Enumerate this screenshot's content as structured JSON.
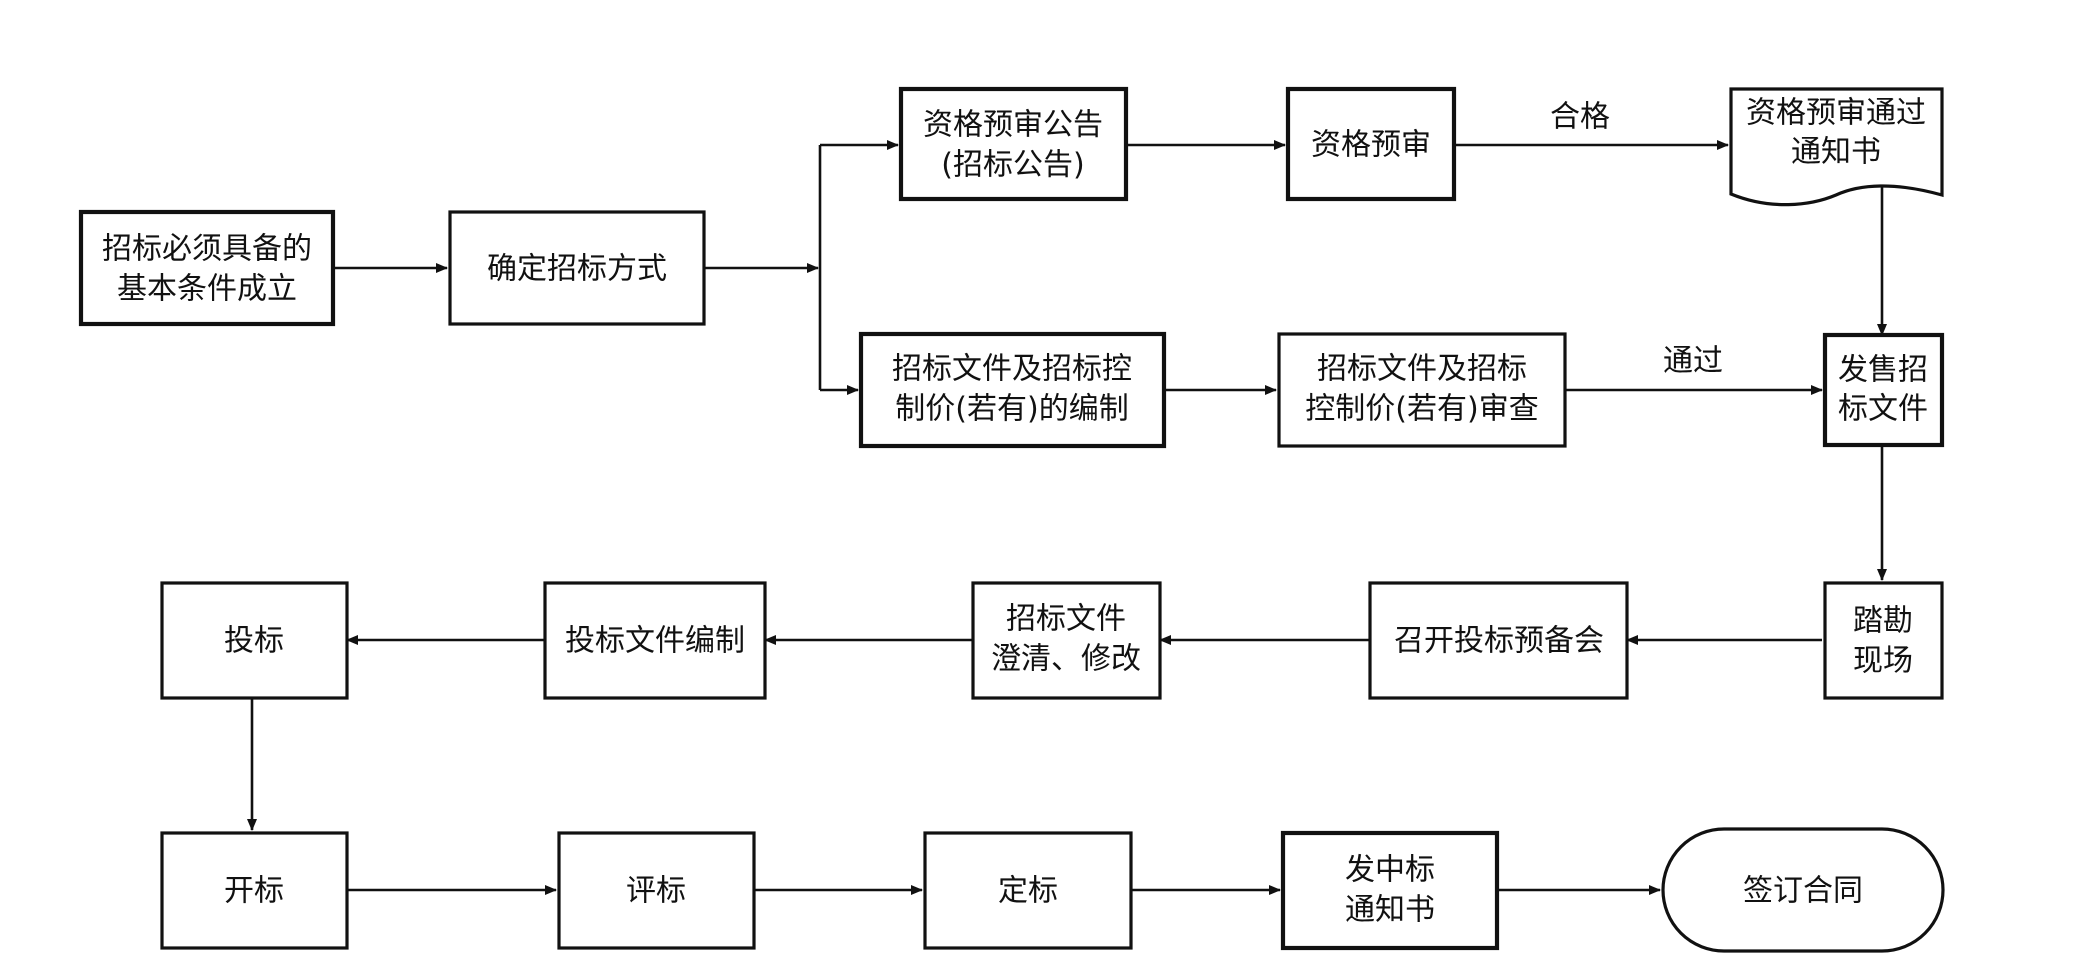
{
  "nodes": {
    "conditions": [
      "招标必须具备的",
      "基本条件成立"
    ],
    "method": [
      "确定招标方式"
    ],
    "prequal_notice": [
      "资格预审公告",
      "(招标公告)"
    ],
    "prequal": [
      "资格预审"
    ],
    "prequal_pass_notice": [
      "资格预审通过",
      "通知书"
    ],
    "docs_prepare": [
      "招标文件及招标控",
      "制价(若有)的编制"
    ],
    "docs_review": [
      "招标文件及招标",
      "控制价(若有)审查"
    ],
    "sell_docs": [
      "发售招",
      "标文件"
    ],
    "site_visit": [
      "踏勘",
      "现场"
    ],
    "pre_bid_meeting": [
      "召开投标预备会"
    ],
    "clarify": [
      "招标文件",
      "澄清、修改"
    ],
    "bid_prepare": [
      "投标文件编制"
    ],
    "submit_bid": [
      "投标"
    ],
    "open_bid": [
      "开标"
    ],
    "evaluate": [
      "评标"
    ],
    "award": [
      "定标"
    ],
    "award_notice": [
      "发中标",
      "通知书"
    ],
    "contract": [
      "签订合同"
    ]
  },
  "edge_labels": {
    "pass_qualified": "合格",
    "pass_review": "通过"
  }
}
